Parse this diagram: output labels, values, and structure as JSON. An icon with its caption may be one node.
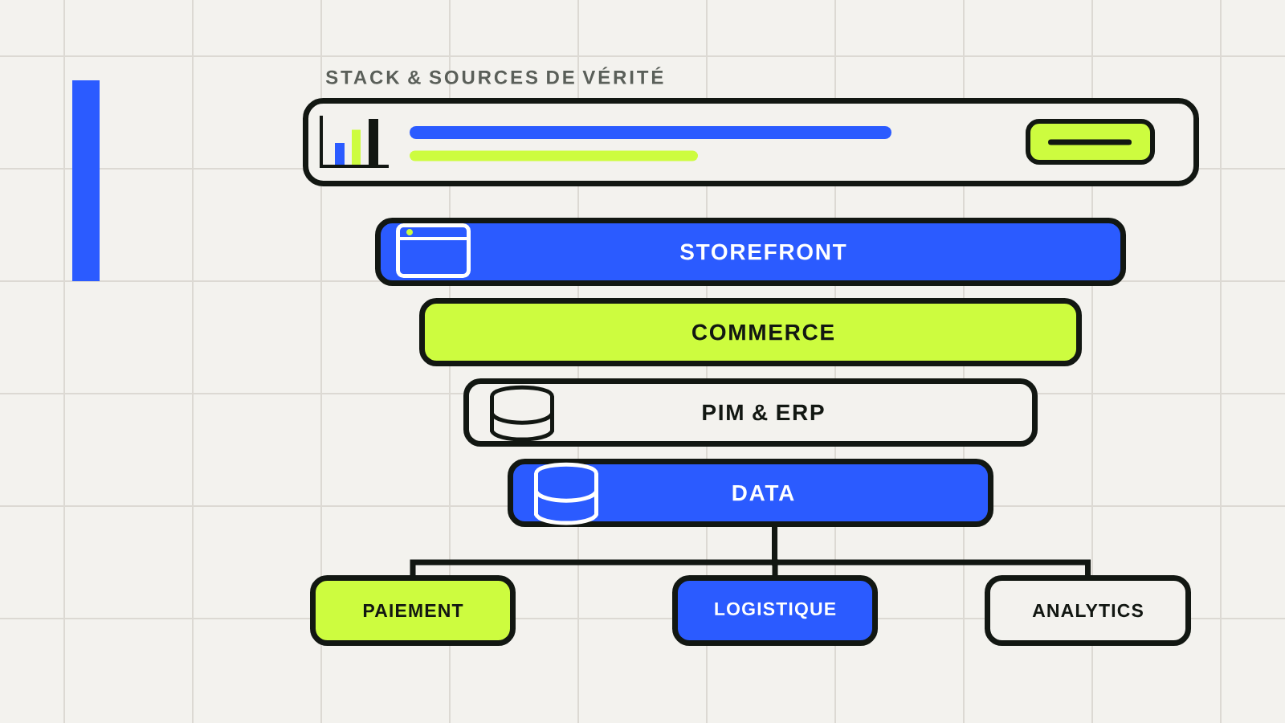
{
  "diagram": {
    "title": "STACK & SOURCES DE VÉRITÉ",
    "nodes": [
      {
        "text": [],
        "shape": "box"
      },
      {
        "text": [
          "STOREFRONT"
        ]
      },
      {
        "text": [
          "COMMERCE"
        ]
      },
      {
        "text": [
          "PIM & ERP"
        ]
      },
      {
        "text": [
          "DATA"
        ]
      },
      {
        "text": [
          "PAIEMENT"
        ]
      },
      {
        "text": [
          "LOGISTIQUE"
        ]
      },
      {
        "text": [
          "ANALYTICS"
        ]
      }
    ],
    "edges": [
      {
        "from": 4,
        "to": 5,
        "arrow": "none"
      },
      {
        "from": 4,
        "to": 6,
        "arrow": "none"
      },
      {
        "from": 4,
        "to": 7,
        "arrow": "none"
      }
    ]
  }
}
